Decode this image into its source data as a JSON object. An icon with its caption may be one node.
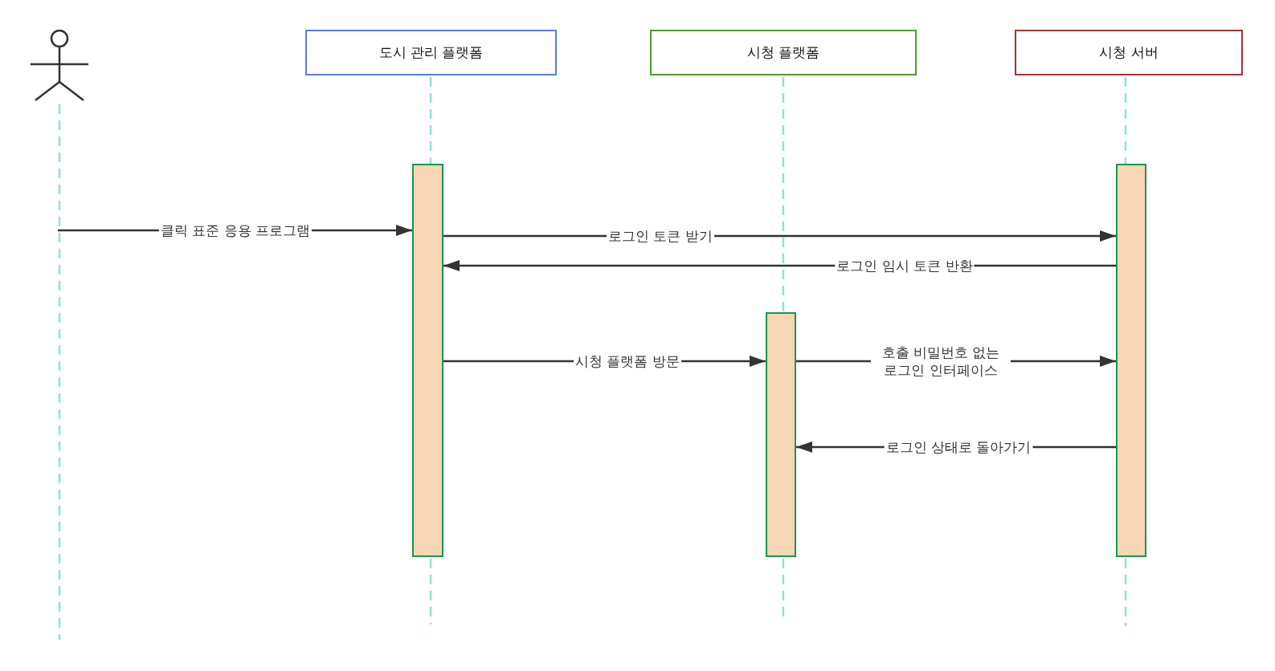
{
  "diagram": {
    "nodes": [
      {
        "text": [],
        "shape": "person"
      },
      {
        "text": [
          "도시 관리 플랫폼"
        ]
      },
      {
        "text": [
          "시청 플랫폼"
        ]
      },
      {
        "text": [
          "시청 서버"
        ]
      },
      {
        "text": [],
        "shape": "bar"
      },
      {
        "text": [],
        "shape": "bar"
      },
      {
        "text": [],
        "shape": "bar"
      }
    ],
    "edges": [
      {
        "from": null,
        "to": 4,
        "arrow": "to",
        "label": "클릭 표준 응용 프로그램"
      },
      {
        "from": 4,
        "to": 6,
        "arrow": "to",
        "label": "로그인 토큰 받기"
      },
      {
        "from": 6,
        "to": 4,
        "arrow": "to",
        "label": "로그인 임시 토큰 반환"
      },
      {
        "from": 4,
        "to": 5,
        "arrow": "to",
        "label": "시청 플랫폼 방문"
      },
      {
        "from": 5,
        "to": 6,
        "arrow": "to",
        "label": "호출 비밀번호 없는 로그인 인터페이스"
      },
      {
        "from": 6,
        "to": 5,
        "arrow": "to",
        "label": "로그인 상태로 돌아가기"
      }
    ]
  }
}
